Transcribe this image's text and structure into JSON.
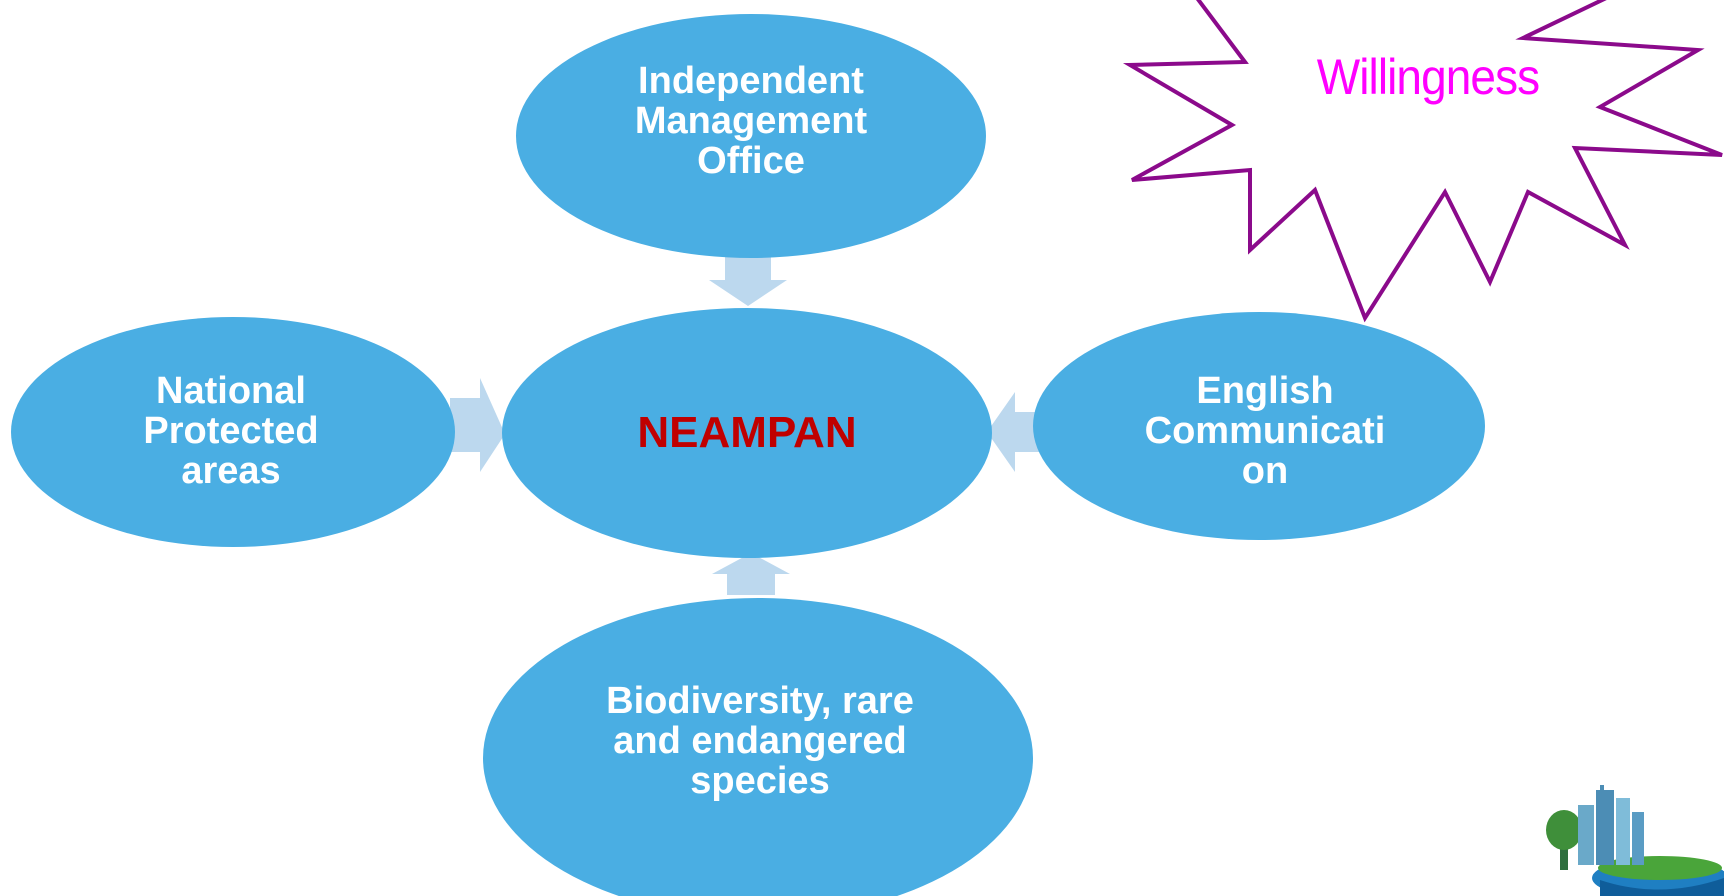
{
  "diagram": {
    "center": {
      "label": "NEAMPAN"
    },
    "nodes": {
      "top": {
        "label": "Independent\nManagement\nOffice"
      },
      "left": {
        "label": "National\nProtected\nareas"
      },
      "right": {
        "label": "English\nCommunicati\non"
      },
      "bottom": {
        "label": "Biodiversity, rare\nand endangered\nspecies"
      }
    },
    "callout": {
      "label": "Willingness"
    }
  },
  "colors": {
    "ellipse_fill": "#4aaee3",
    "arrow_fill": "#bcd8ee",
    "center_text": "#c00000",
    "node_text": "#ffffff",
    "star_stroke": "#8b0a8b",
    "callout_text": "#ff00ff"
  },
  "icons": [
    "city-island-logo-icon"
  ]
}
